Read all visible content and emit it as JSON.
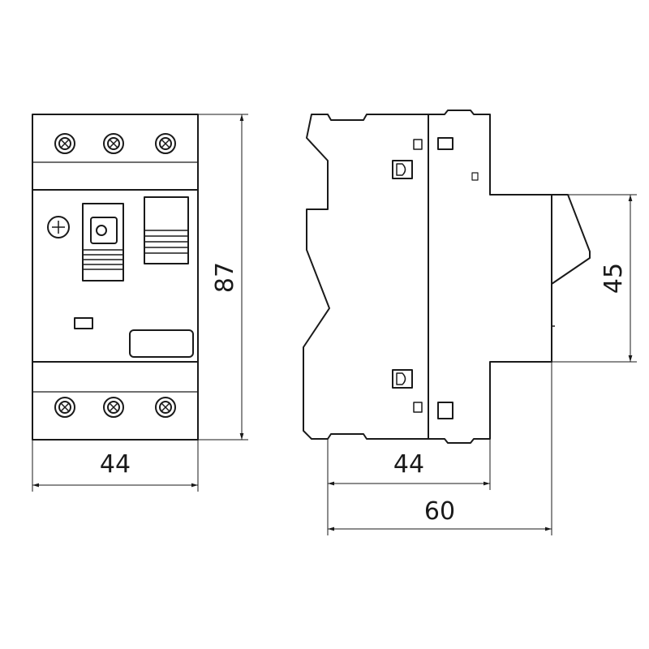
{
  "front_view": {
    "width_label": "44",
    "height_label": "87"
  },
  "side_view": {
    "depth_label": "44",
    "total_depth_label": "60",
    "handle_height_label": "45"
  },
  "colors": {
    "line": "#1a1a1a",
    "background": "#ffffff"
  }
}
